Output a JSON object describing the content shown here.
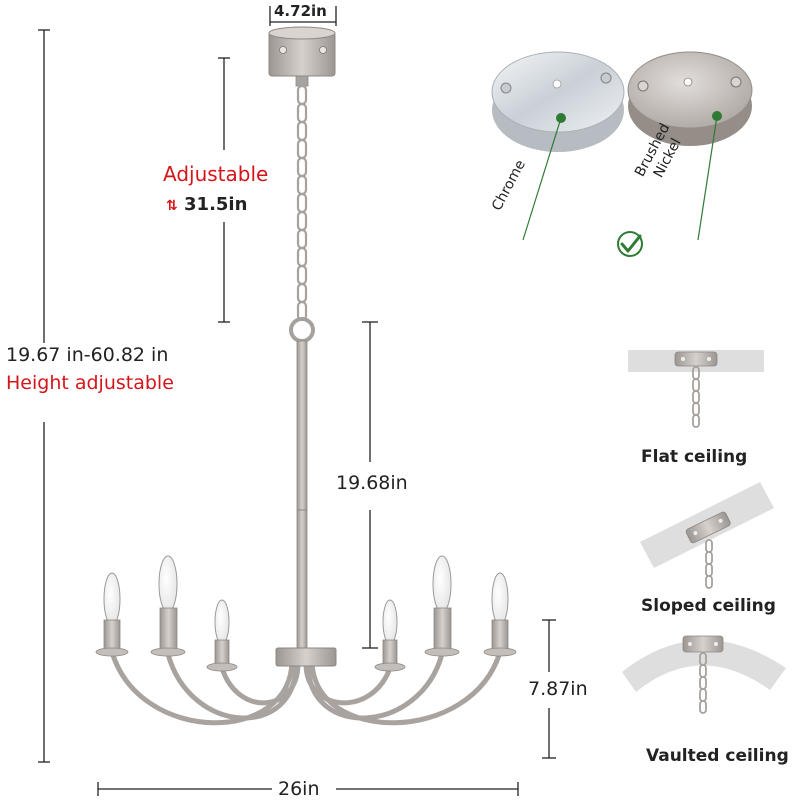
{
  "dimensions": {
    "canopy_width": "4.72in",
    "adjustable_title": "Adjustable",
    "adjustable_arrows": "⇅",
    "adjustable_value": "31.5in",
    "total_height": "19.67 in-60.82 in",
    "height_adjustable": "Height adjustable",
    "rod_length": "19.68in",
    "arm_height": "7.87in",
    "total_width": "26in"
  },
  "finishes": [
    {
      "name": "Chrome",
      "selected": false
    },
    {
      "name_line1": "Brushed",
      "name_line2": "Nickel",
      "selected": true
    }
  ],
  "ceilings": [
    {
      "label": "Flat ceiling"
    },
    {
      "label": "Sloped ceiling"
    },
    {
      "label": "Vaulted ceiling"
    }
  ],
  "colors": {
    "accent_red": "#d4161b",
    "marker_green": "#2f7a34",
    "brushed_nickel": "#b9b3ae",
    "chrome": "#d5dadf"
  }
}
